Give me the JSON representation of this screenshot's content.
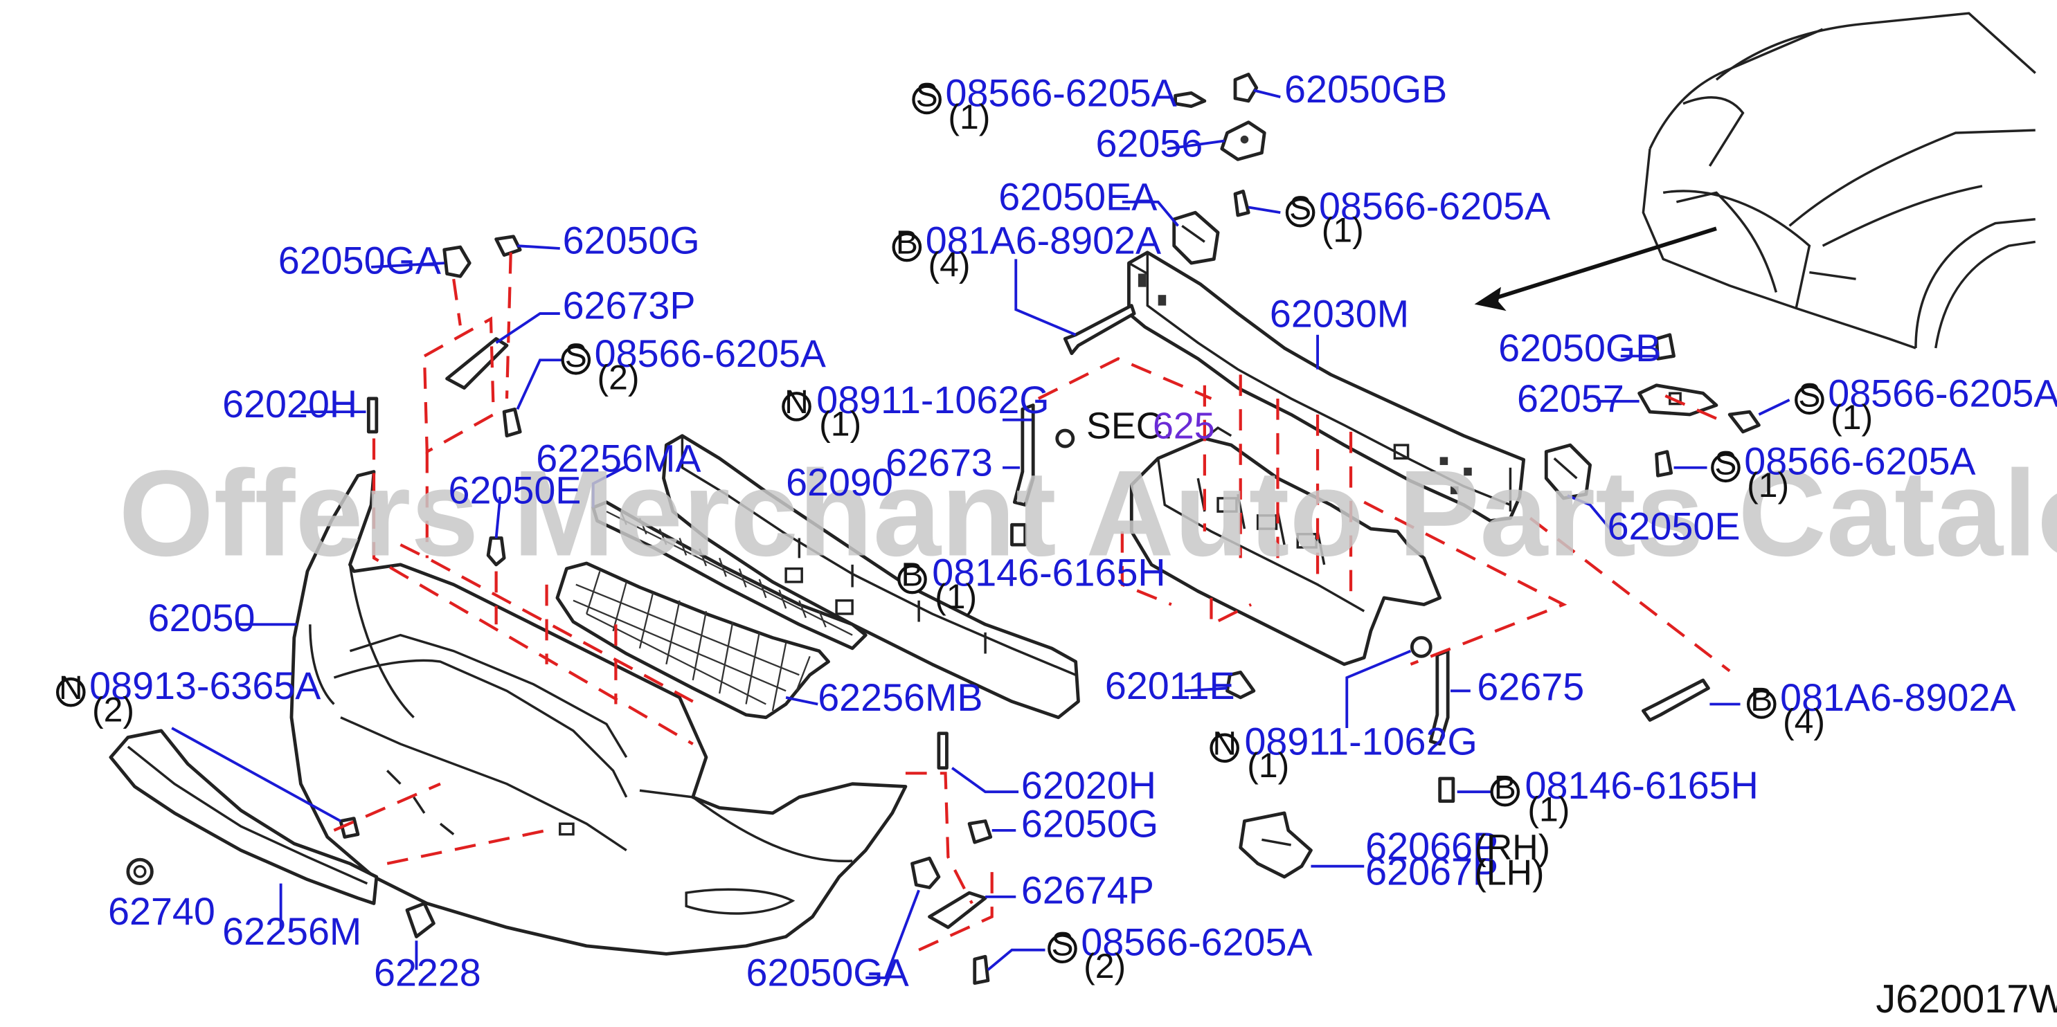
{
  "diagram_code": "J620017W",
  "watermark": "Offers Merchant Auto Parts Catalog PARTSTORE.SA",
  "section_ref": {
    "prefix": "SEC.",
    "number": "625"
  },
  "symbols": {
    "s": "S",
    "n": "N",
    "b": "B"
  },
  "sides": {
    "rh": "(RH)",
    "lh": "(LH)"
  },
  "parts": {
    "p62050GB_top": "62050GB",
    "p62056": "62056",
    "p62050EA": "62050EA",
    "p62050GA_top": "62050GA",
    "p62050G_top": "62050G",
    "p62673P": "62673P",
    "p62020H_left": "62020H",
    "p62256MA": "62256MA",
    "p62050E_left": "62050E",
    "p62090": "62090",
    "p62673": "62673",
    "p62050": "62050",
    "p62256MB": "62256MB",
    "p62030M": "62030M",
    "p62050GB_right": "62050GB",
    "p62057": "62057",
    "p62050E_right": "62050E",
    "p62011E": "62011E",
    "p62675": "62675",
    "p62020H_mid": "62020H",
    "p62050G_mid": "62050G",
    "p62674P": "62674P",
    "p62066P": "62066P",
    "p62067P": "62067P",
    "p62740": "62740",
    "p62256M": "62256M",
    "p62228": "62228",
    "p62050GA_bottom": "62050GA"
  },
  "fasteners": {
    "s1": {
      "code": "08566-6205A",
      "qty": "(1)"
    },
    "s2": {
      "code": "08566-6205A",
      "qty": "(1)"
    },
    "s3": {
      "code": "08566-6205A",
      "qty": "(2)"
    },
    "s4": {
      "code": "08566-6205A",
      "qty": "(1)"
    },
    "s5": {
      "code": "08566-6205A",
      "qty": "(1)"
    },
    "s6": {
      "code": "08566-6205A",
      "qty": "(2)"
    },
    "b1": {
      "code": "081A6-8902A",
      "qty": "(4)"
    },
    "b2": {
      "code": "08146-6165H",
      "qty": "(1)"
    },
    "b3": {
      "code": "081A6-8902A",
      "qty": "(4)"
    },
    "b4": {
      "code": "08146-6165H",
      "qty": "(1)"
    },
    "n1": {
      "code": "08911-1062G",
      "qty": "(1)"
    },
    "n2": {
      "code": "08913-6365A",
      "qty": "(2)"
    },
    "n3": {
      "code": "08911-1062G",
      "qty": "(1)"
    }
  }
}
